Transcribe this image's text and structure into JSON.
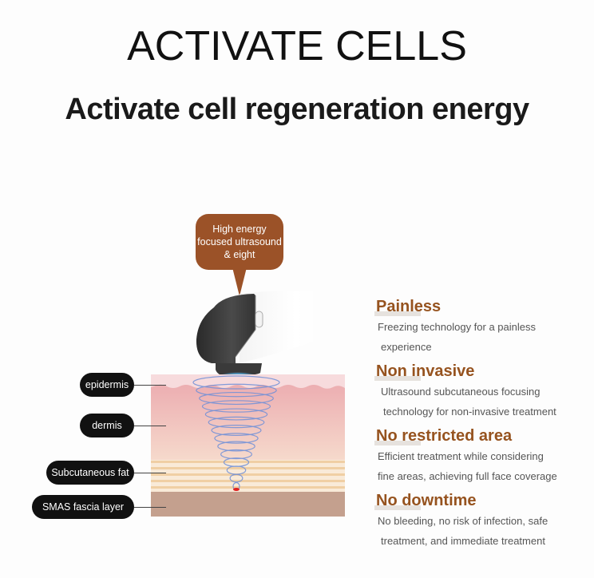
{
  "header": {
    "title": "ACTIVATE CELLS",
    "subtitle": "Activate cell regeneration energy"
  },
  "diagram": {
    "callout": {
      "lines": [
        "High energy",
        "focused ultrasound",
        "& eight"
      ]
    },
    "layer_labels": [
      {
        "label": "epidermis"
      },
      {
        "label": "dermis"
      },
      {
        "label": "Subcutaneous fat"
      },
      {
        "label": "SMAS fascia layer"
      }
    ],
    "colors": {
      "callout": "#9b5228",
      "epidermis": "#f7dbdd",
      "dermis_top": "#edaeb2",
      "dermis_bottom": "#f8e0cc",
      "fat_band": "#f0cfa4",
      "smas": "#c4a08e",
      "rings": "#6e8fd8",
      "focal_point": "#e02020"
    }
  },
  "features": [
    {
      "title": "Painless",
      "desc": [
        "Freezing technology for a painless",
        "experience"
      ]
    },
    {
      "title": "Non invasive",
      "desc": [
        "Ultrasound subcutaneous focusing",
        "technology for non-invasive treatment"
      ]
    },
    {
      "title": "No restricted area",
      "desc": [
        "Efficient treatment while considering",
        "fine areas, achieving full face coverage"
      ]
    },
    {
      "title": "No downtime",
      "desc": [
        "No bleeding, no risk of infection, safe",
        "treatment, and immediate treatment"
      ]
    }
  ]
}
